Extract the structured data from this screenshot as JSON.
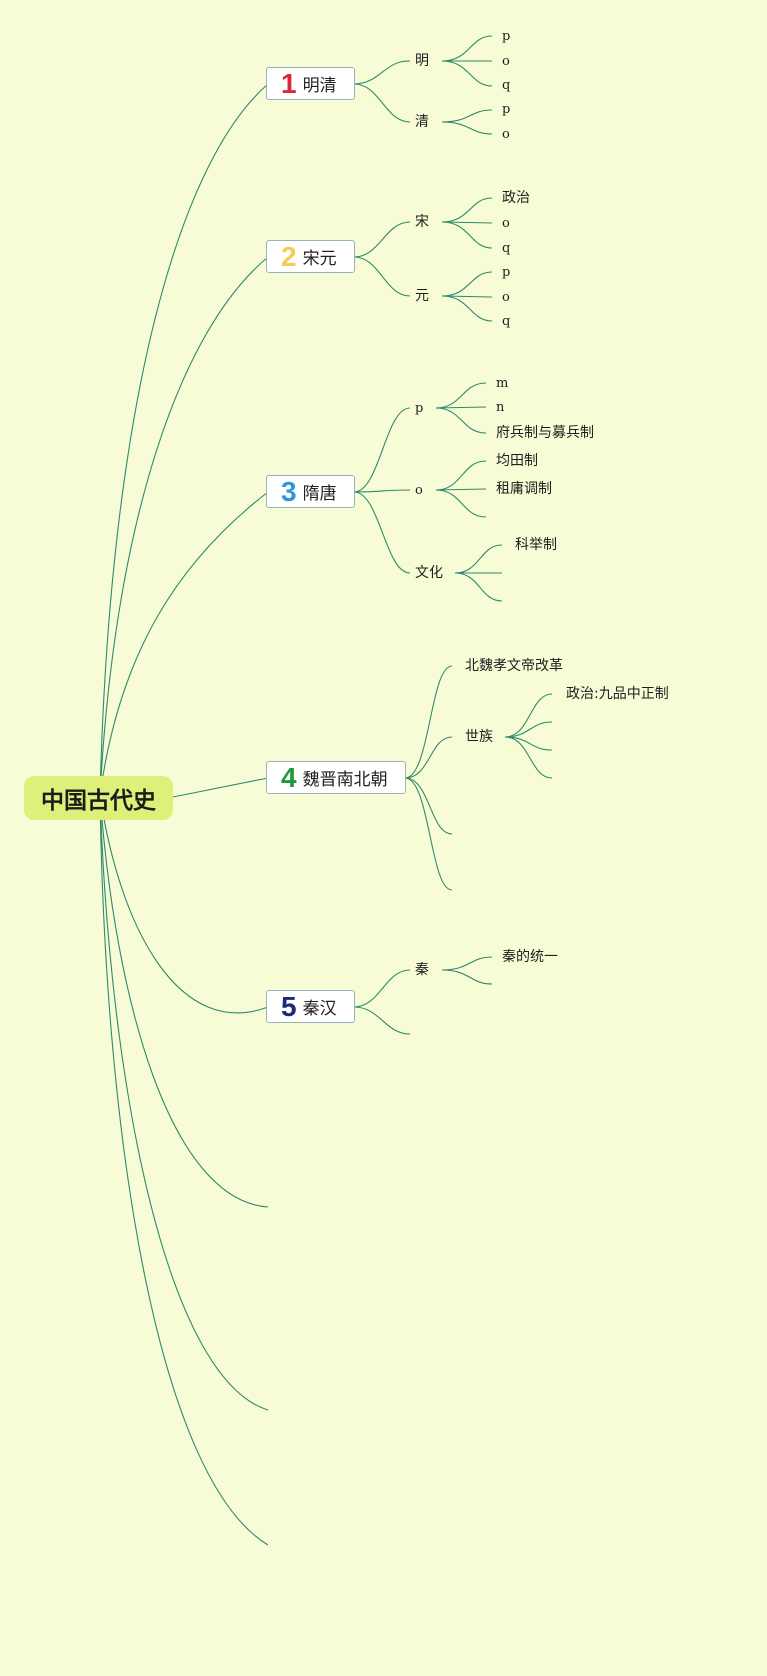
{
  "root": {
    "label": "中国古代史"
  },
  "colors": {
    "line": "#2e8a6c",
    "root_fill": "#dff07a",
    "n1": "#d8283a",
    "n2": "#f0cd55",
    "n3": "#2e96dc",
    "n4": "#1e9a3c",
    "n5": "#1c2a78"
  },
  "branches": [
    {
      "num": "1",
      "label": "明清",
      "children": [
        {
          "label": "明",
          "leaves": [
            "p",
            "o",
            "q"
          ]
        },
        {
          "label": "清",
          "leaves": [
            "p",
            "o"
          ]
        }
      ]
    },
    {
      "num": "2",
      "label": "宋元",
      "children": [
        {
          "label": "宋",
          "leaves": [
            "政治",
            "o",
            "q"
          ]
        },
        {
          "label": "元",
          "leaves": [
            "p",
            "o",
            "q"
          ]
        }
      ]
    },
    {
      "num": "3",
      "label": "隋唐",
      "children": [
        {
          "label": "p",
          "leaves": [
            "m",
            "n",
            "府兵制与募兵制"
          ]
        },
        {
          "label": "o",
          "leaves": [
            "均田制",
            "租庸调制"
          ]
        },
        {
          "label": "文化",
          "leaves": [
            "科举制"
          ]
        }
      ]
    },
    {
      "num": "4",
      "label": "魏晋南北朝",
      "children": [
        {
          "label": "北魏孝文帝改革",
          "leaves": []
        },
        {
          "label": "世族",
          "leaves": [
            "政治:九品中正制"
          ]
        }
      ]
    },
    {
      "num": "5",
      "label": "秦汉",
      "children": [
        {
          "label": "秦",
          "leaves": [
            "秦的统一"
          ]
        }
      ]
    }
  ]
}
